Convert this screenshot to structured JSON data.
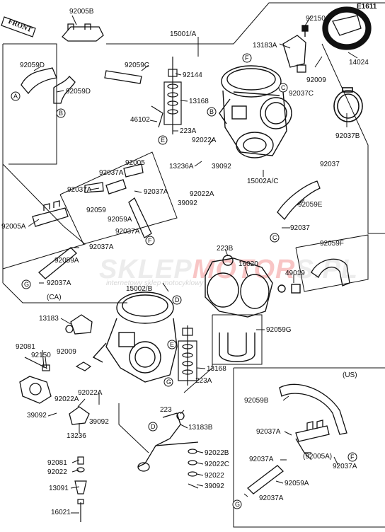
{
  "diagram_id": "E1611",
  "front_label": "FRONT",
  "watermark": {
    "part1": "SKLEP",
    "part2": "MOTOR",
    "part3": "S.PL",
    "tagline": "internetowy sklep motocyklowy"
  },
  "labels": {
    "l92005B": "92005B",
    "l15001A": "15001/A",
    "l92150A": "92150A",
    "l13183A": "13183A",
    "l92059D_1": "92059D",
    "l92059D_2": "92059D",
    "l92059C": "92059C",
    "l92144": "92144",
    "l13168_1": "13168",
    "l46102": "46102",
    "l223A_1": "223A",
    "l92037C": "92037C",
    "l92009_1": "92009",
    "l14024": "14024",
    "l92037B": "92037B",
    "l92022A_1": "92022A",
    "l13236A": "13236A",
    "l39092_1": "39092",
    "l15002AC": "15002A/C",
    "l92037_1": "92037",
    "l92059E": "92059E",
    "l92037_2": "92037",
    "l92005": "92005",
    "l92037A_1": "92037A",
    "l92037A_2": "92037A",
    "l92037A_3": "92037A",
    "l92059_1": "92059",
    "l92059A_1": "92059A",
    "l92037A_4": "92037A",
    "l92022A_2": "92022A",
    "l39092_2": "39092",
    "l92005A_1": "92005A",
    "l92037A_5": "92037A",
    "l92059A_2": "92059A",
    "l92037A_6": "92037A",
    "lCA": "(CA)",
    "l223B": "223B",
    "l16020": "16020",
    "l49019": "49019",
    "l92059F": "92059F",
    "l15002B": "15002/B",
    "l13183": "13183",
    "l92059G": "92059G",
    "l92081_1": "92081",
    "l92150": "92150",
    "l92009_2": "92009",
    "l13168_2": "13168",
    "l223A_2": "223A",
    "l92022A_3": "92022A",
    "l92022A_4": "92022A",
    "l39092_3": "39092",
    "l39092_4": "39092",
    "l13236": "13236",
    "l223": "223",
    "l13183B": "13183B",
    "l92081_2": "92081",
    "l92022": "92022",
    "l92022B": "92022B",
    "l92022C": "92022C",
    "l92022_2": "92022",
    "l39092_5": "39092",
    "l13091": "13091",
    "l16021": "16021",
    "lUS": "(US)",
    "l92059B": "92059B",
    "l92037A_7": "92037A",
    "l92005A_2": "(92005A)",
    "l92037A_8": "92037A",
    "l92037A_9": "92037A",
    "l92059A_3": "92059A",
    "l92037A_10": "92037A"
  },
  "callouts": {
    "A1": "A",
    "B1": "B",
    "F1": "F",
    "C1": "C",
    "B2": "B",
    "E1": "E",
    "F2": "F",
    "C2": "C",
    "G1": "G",
    "D1": "D",
    "E2": "E",
    "G2": "G",
    "D2": "D",
    "F3": "F",
    "G3": "G"
  }
}
